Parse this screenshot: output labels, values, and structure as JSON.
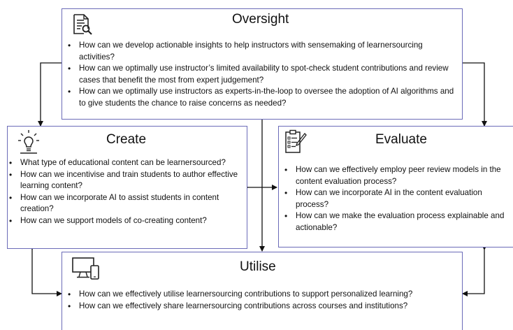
{
  "oversight": {
    "title": "Oversight",
    "icon": "document-search-icon",
    "items": [
      "How can we develop actionable insights to help instructors with sensemaking of learnersourcing activities?",
      "How can we optimally use instructor’s limited availability to spot-check student contributions and review cases that benefit the most from expert judgement?",
      "How can we optimally use instructors as experts-in-the-loop to oversee the adoption of AI algorithms and to give students the chance to raise concerns as needed?"
    ]
  },
  "create": {
    "title": "Create",
    "icon": "lightbulb-icon",
    "items": [
      "What type of educational content can be learnersourced?",
      "How can we incentivise and train students to author effective learning content?",
      "How can we incorporate AI to assist students in content creation?",
      "How can we support models of co-creating content?"
    ]
  },
  "evaluate": {
    "title": "Evaluate",
    "icon": "clipboard-checklist-icon",
    "items": [
      "How can we effectively employ peer review models in the content evaluation process?",
      "How can we incorporate AI in the content evaluation process?",
      "How can we make the evaluation process explainable and actionable?"
    ]
  },
  "utilise": {
    "title": "Utilise",
    "icon": "devices-icon",
    "items": [
      "How can we effectively utilise learnersourcing contributions to support personalized learning?",
      "How can we effectively share learnersourcing contributions across courses and institutions?"
    ]
  },
  "colors": {
    "border": "#6b6bb8",
    "arrow": "#111111"
  }
}
